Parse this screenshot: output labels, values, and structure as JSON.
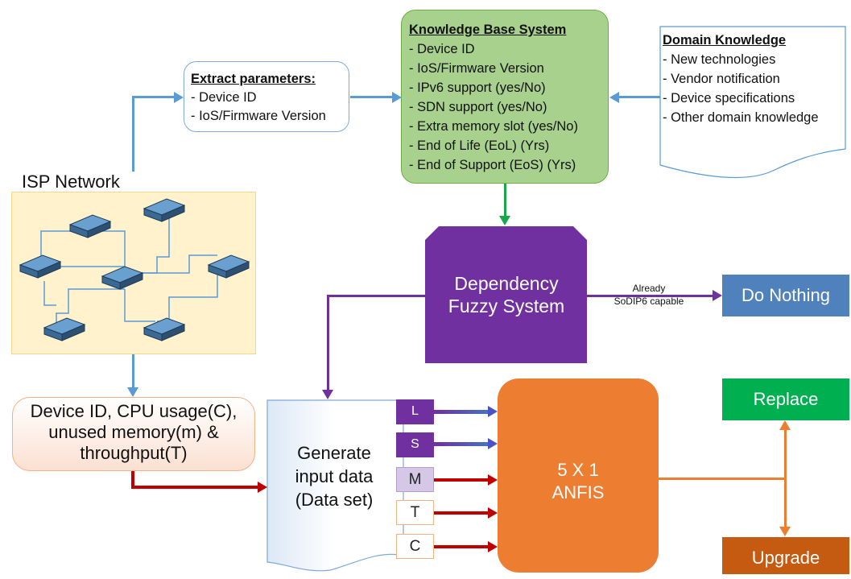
{
  "knowledge_base": {
    "title": "Knowledge Base System",
    "items": [
      "- Device ID",
      "- IoS/Firmware Version",
      "- IPv6 support (yes/No)",
      "- SDN support (yes/No)",
      "- Extra memory slot (yes/No)",
      "- End of Life (EoL) (Yrs)",
      "- End of Support (EoS) (Yrs)"
    ]
  },
  "extract": {
    "title": "Extract parameters:",
    "items": [
      "- Device ID",
      "- IoS/Firmware Version"
    ]
  },
  "domain_knowledge": {
    "title": "Domain Knowledge",
    "items": [
      "- New technologies",
      "- Vendor notification",
      "- Device specifications",
      "- Other domain knowledge"
    ]
  },
  "isp": {
    "label": "ISP Network"
  },
  "device_info": {
    "lines": [
      "Device ID, CPU usage(C),",
      "unused memory(m) &",
      "throughput(T)"
    ]
  },
  "generate": {
    "lines": [
      "Generate",
      "input data",
      "(Data set)"
    ]
  },
  "dependency": {
    "lines": [
      "Dependency",
      "Fuzzy System"
    ]
  },
  "already": {
    "lines": [
      "Already",
      "SoDIP6 capable"
    ]
  },
  "do_nothing": "Do Nothing",
  "anfis": {
    "lines": [
      "5 X 1",
      "ANFIS"
    ]
  },
  "replace": "Replace",
  "upgrade": "Upgrade",
  "inputs": [
    "L",
    "S",
    "M",
    "T",
    "C"
  ],
  "colors": {
    "kbs_fill": "#a9d18e",
    "dfs_fill": "#7030a0",
    "anfis_fill": "#ed7d31",
    "replace_fill": "#00b050",
    "upgrade_fill": "#c55a11",
    "do_nothing_fill": "#4f81bd",
    "isp_fill": "#fff2cc",
    "blue_arrow": "#5b9bd5",
    "red_arrow": "#c00000"
  }
}
